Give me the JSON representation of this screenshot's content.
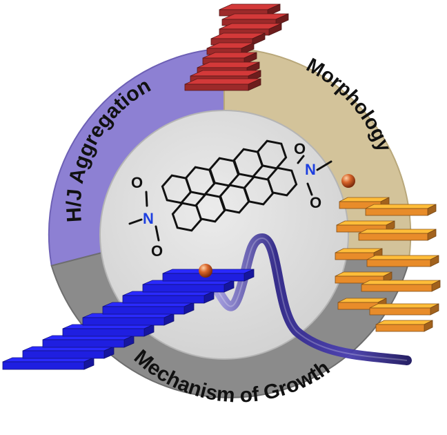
{
  "labels": {
    "aggregation": "H/J Aggregation",
    "morphology": "Morphology",
    "growth": "Mechanism of Growth"
  },
  "molecule": {
    "atoms": {
      "oxygen": "O",
      "nitrogen": "N"
    }
  },
  "colors": {
    "aggregation_segment": "#8d80d3",
    "morphology_segment": "#d3c39a",
    "growth_segment": "#8b8b8b",
    "inner_disc": "#d7d7d7",
    "blue_stack": "#1f1fe0",
    "orange_stack": "#e88c2a",
    "red_stack": "#9c2a2a",
    "nitrogen": "#1d3fe0",
    "oxygen": "#111111",
    "ribbon": "#2a1f7a",
    "ball": "#c9561f"
  }
}
